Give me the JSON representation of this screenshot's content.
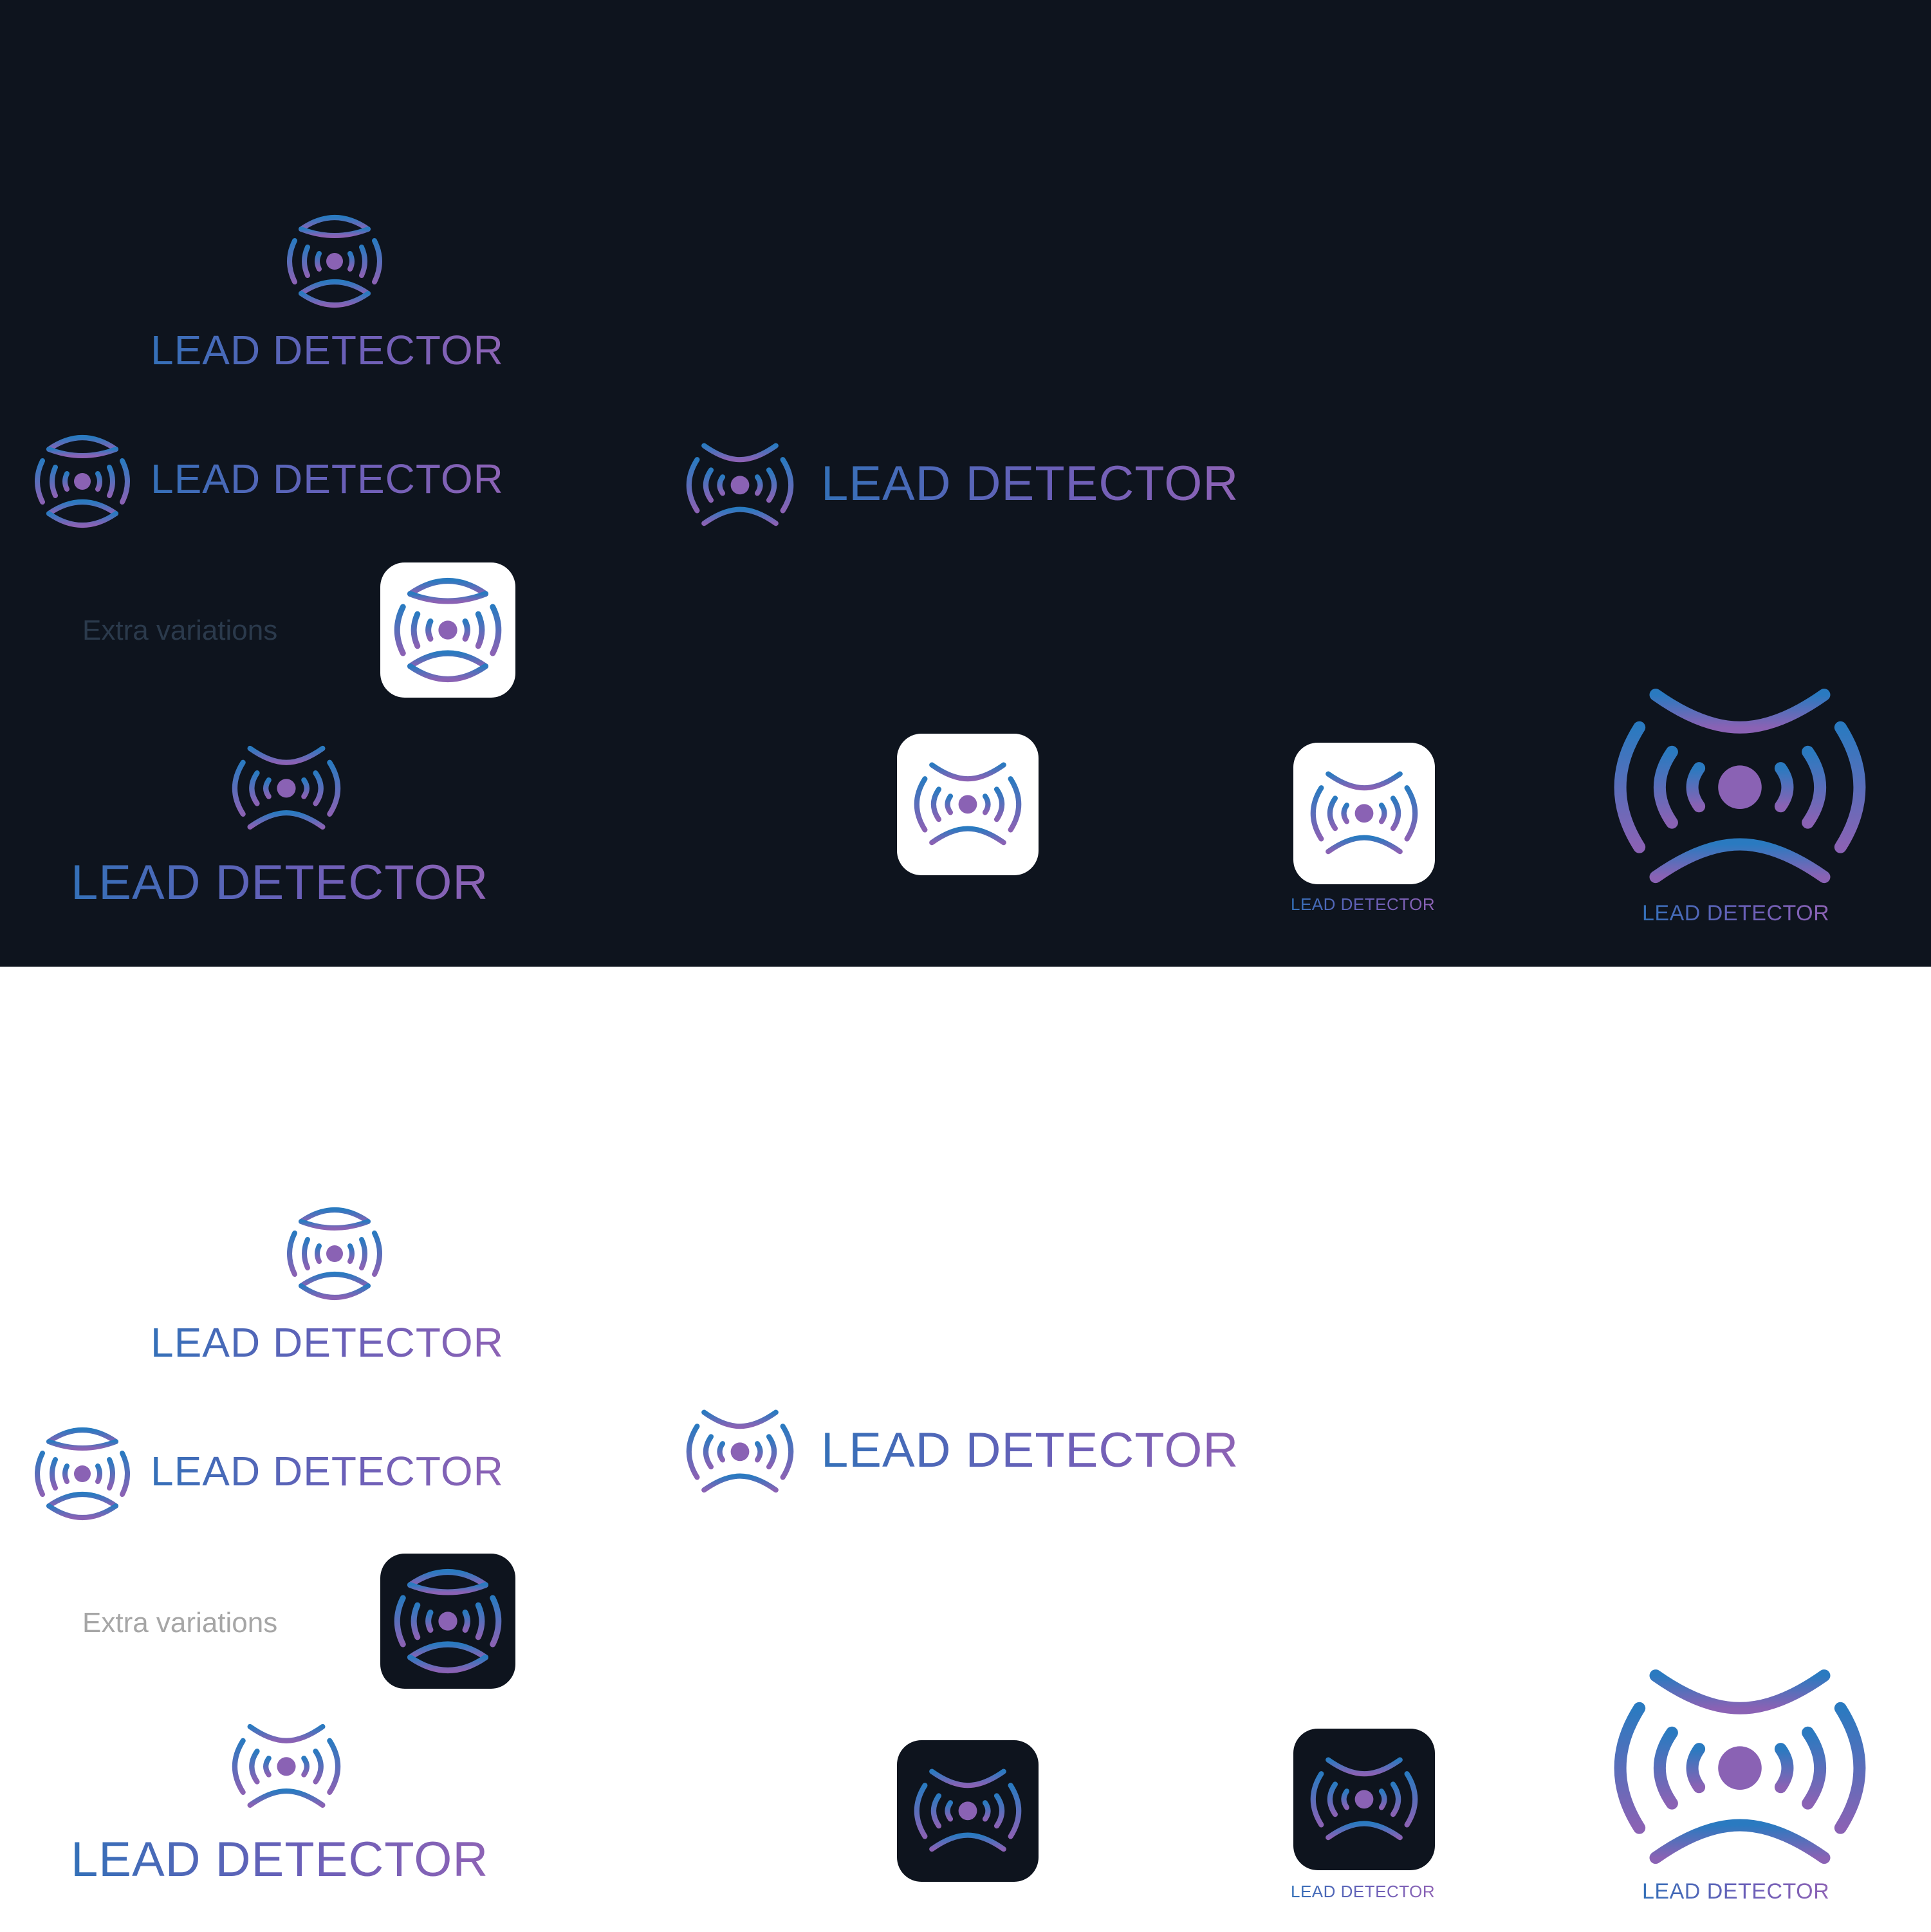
{
  "brand": {
    "name": "LEAD DETECTOR",
    "colors": {
      "blue": "#2a7ac0",
      "violet": "#8a62b4",
      "dark": "#0e141e",
      "light": "#ffffff"
    }
  },
  "dark_panel": {
    "background": "#0e141e",
    "caption": "Extra variations",
    "labels": {
      "stacked_round": "LEAD DETECTOR",
      "inline_round": "LEAD DETECTOR",
      "stacked_bow": "LEAD DETECTOR",
      "inline_bow": "LEAD DETECTOR",
      "app_icon_small": "LEAD DETECTOR",
      "large_mark": "LEAD DETECTOR"
    }
  },
  "light_panel": {
    "background": "#ffffff",
    "caption": "Extra variations",
    "labels": {
      "stacked_round": "LEAD DETECTOR",
      "inline_round": "LEAD DETECTOR",
      "stacked_bow": "LEAD DETECTOR",
      "inline_bow": "LEAD DETECTOR",
      "app_icon_small": "LEAD DETECTOR",
      "large_mark": "LEAD DETECTOR"
    }
  },
  "icons": {
    "round_mark": "round-radar-eye-icon",
    "bow_mark": "bowtie-radar-icon"
  }
}
